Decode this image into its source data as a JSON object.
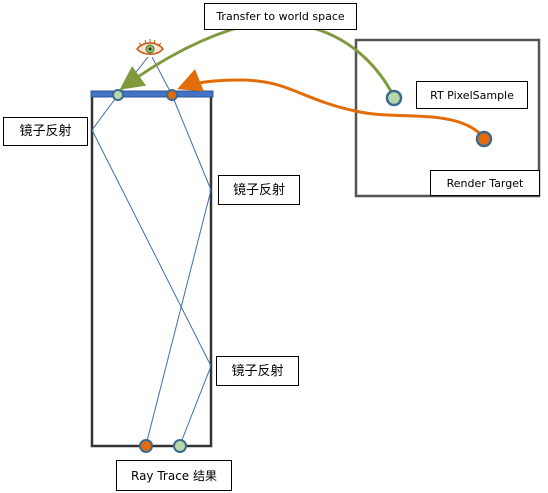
{
  "labels": {
    "transfer": "Transfer to world space",
    "rt_pixel": "RT PixelSample",
    "render_target": "Render Target",
    "mirror_left": "镜子反射",
    "mirror_right_top": "镜子反射",
    "mirror_right_bottom": "镜子反射",
    "ray_trace": "Ray Trace 结果"
  },
  "colors": {
    "frame": "#333333",
    "mirror_bar": "#4472C4",
    "ray_line": "#3F6FA8",
    "green_arrow": "#7F9A3C",
    "orange_arrow": "#E36C0A",
    "orange_point": "#E36C0A",
    "green_point": "#B6D7A8",
    "point_ring": "#3D6B8F"
  },
  "icons": {
    "camera": "eye-icon"
  }
}
